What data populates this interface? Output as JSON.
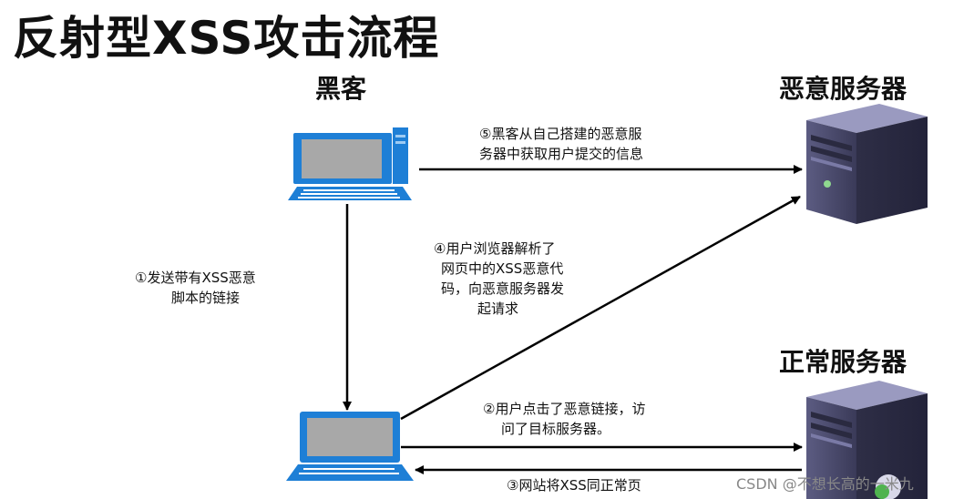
{
  "title": "反射型XSS攻击流程",
  "nodes": {
    "hacker": "黑客",
    "malicious_server": "恶意服务器",
    "normal_server": "正常服务器"
  },
  "steps": {
    "s1": [
      "①发送带有XSS恶意",
      "脚本的链接"
    ],
    "s2": [
      "②用户点击了恶意链接，访",
      "问了目标服务器。"
    ],
    "s3": [
      "③网站将XSS同正常页"
    ],
    "s4": [
      "④用户浏览器解析了",
      "网页中的XSS恶意代",
      "码，向恶意服务器发",
      "起请求"
    ],
    "s5": [
      "⑤黑客从自己搭建的恶意服",
      "务器中获取用户提交的信息"
    ]
  },
  "watermark": "CSDN @不想长高的一米九",
  "colors": {
    "monitor_frame": "#1e7fd6",
    "screen": "#a8a8a8",
    "server_body": "#4a4a6e",
    "server_top": "#8888b0",
    "arrow": "#000000"
  }
}
